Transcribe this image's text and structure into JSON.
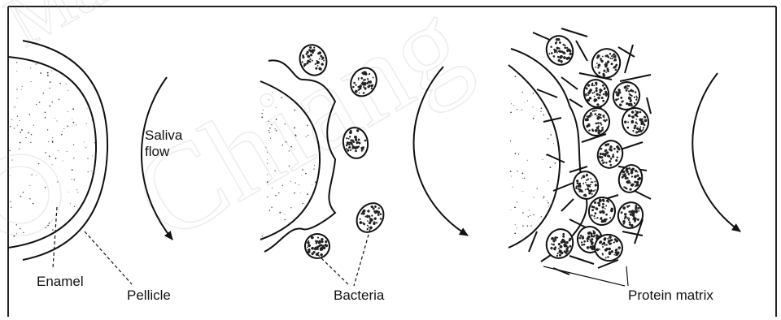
{
  "labels": {
    "saliva_line1": "Saliva",
    "saliva_line2": "flow",
    "enamel": "Enamel",
    "pellicle": "Pellicle",
    "bacteria": "Bacteria",
    "protein_matrix": "Protein matrix"
  },
  "watermark": {
    "text": "Chiang Mai University",
    "opacity": 0.18
  },
  "colors": {
    "ink": "#111111",
    "frame": "#222222",
    "stipple": "#333333",
    "watermark": "#9a9a9a"
  }
}
